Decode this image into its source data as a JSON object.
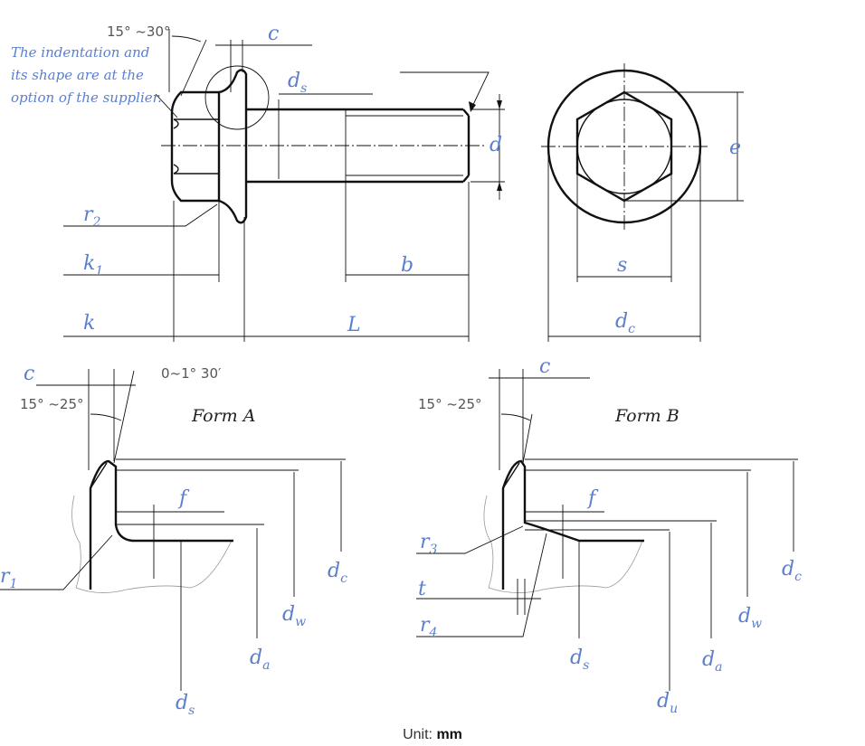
{
  "note": {
    "line1": "The indentation and",
    "line2": "its shape are at the",
    "line3": "option of the supplier."
  },
  "angles": {
    "top_chamfer": "15° ~30°",
    "form_a_bearing": "0~1° 30′",
    "form_a_chamfer": "15° ~25°",
    "form_b_chamfer": "15° ~25°"
  },
  "labels": {
    "c": "c",
    "d": "d",
    "d_base": "d",
    "s_sub": "s",
    "c_sub": "c",
    "w_sub": "w",
    "a_sub": "a",
    "u_sub": "u",
    "e": "e",
    "s": "s",
    "b": "b",
    "L": "L",
    "k": "k",
    "k_base": "k",
    "one_sub": "1",
    "r_base": "r",
    "two_sub": "2",
    "three_sub": "3",
    "four_sub": "4",
    "f": "f",
    "t": "t"
  },
  "forms": {
    "a": "Form A",
    "b": "Form B"
  },
  "unit": {
    "label": "Unit:",
    "value": "mm"
  }
}
